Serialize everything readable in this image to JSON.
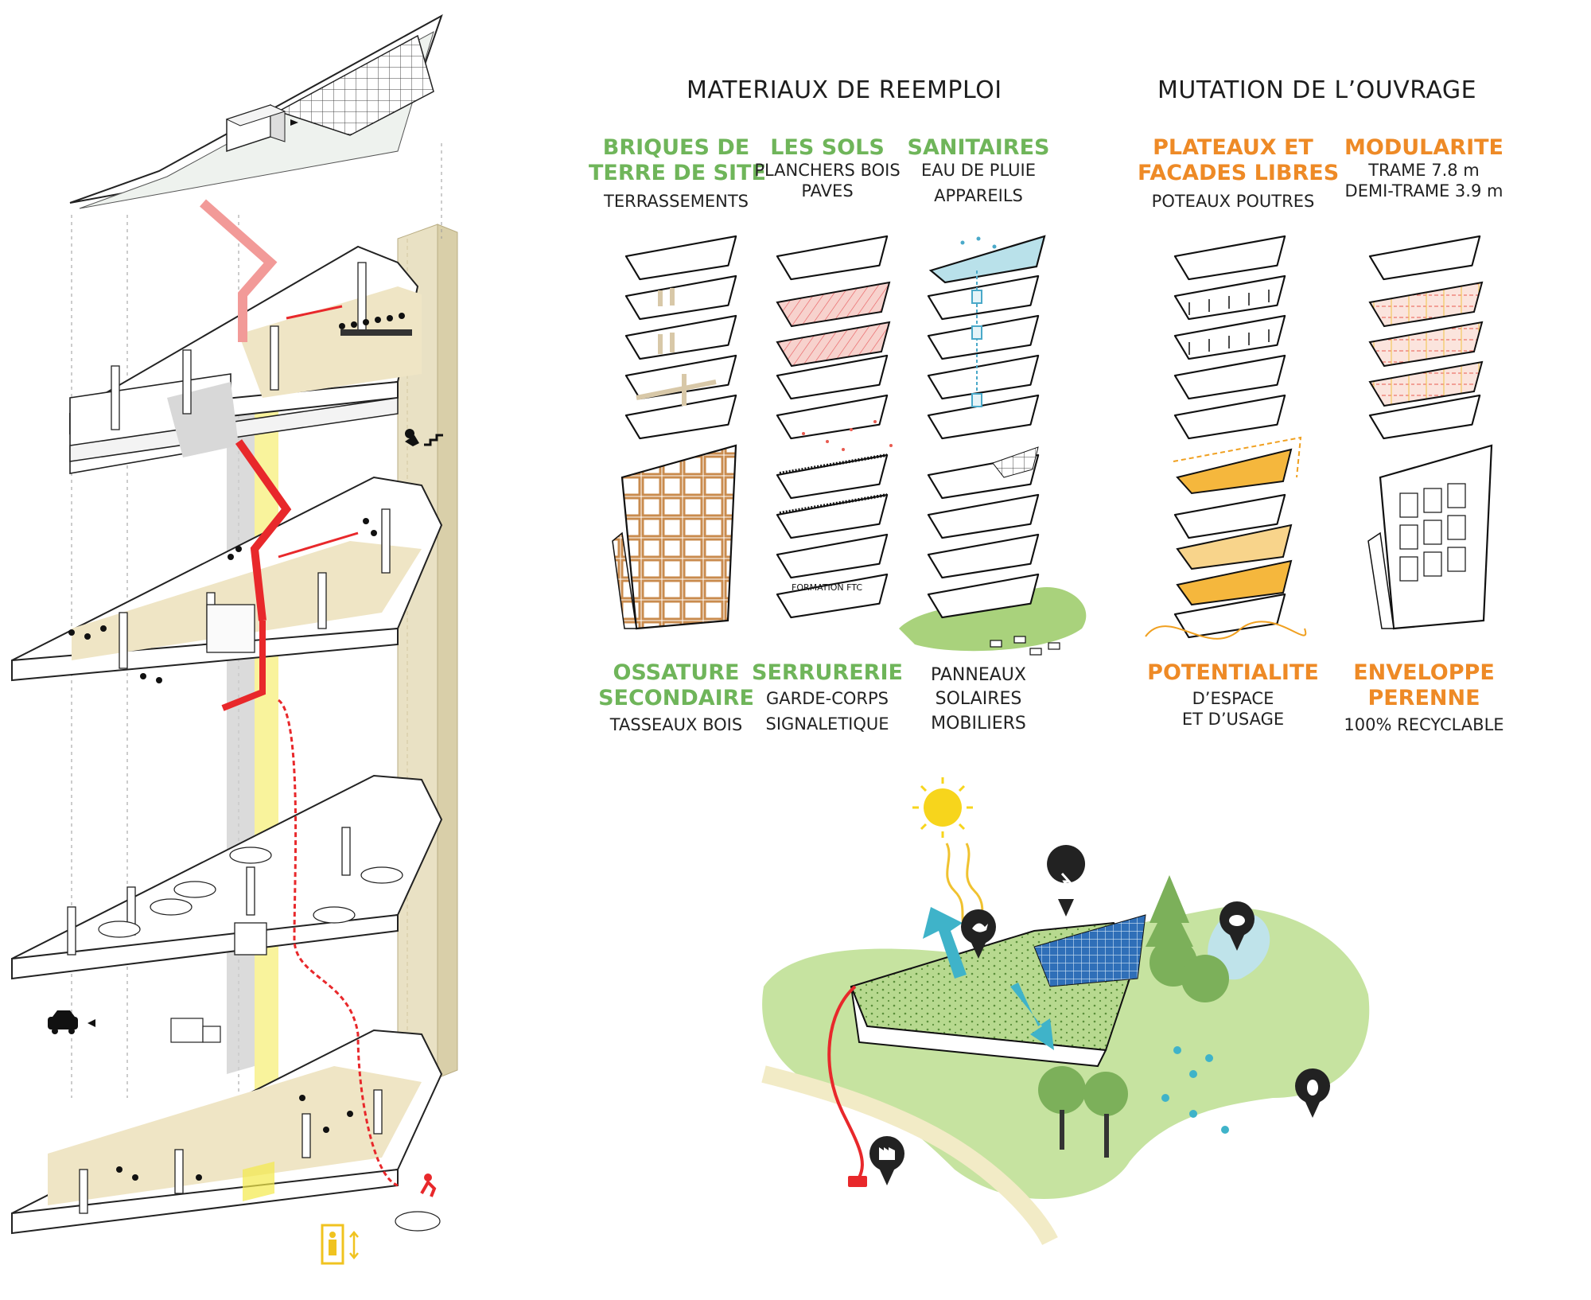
{
  "sections": {
    "reuse_title": "MATERIAUX DE REEMPLOI",
    "mutation_title": "MUTATION DE L’OUVRAGE"
  },
  "reuse_top": [
    {
      "heading": [
        "BRIQUES DE",
        "TERRE DE SITE"
      ],
      "sub": [
        "TERRASSEMENTS"
      ]
    },
    {
      "heading": [
        "LES SOLS"
      ],
      "sub": [
        "PLANCHERS BOIS",
        "PAVES"
      ]
    },
    {
      "heading": [
        "SANITAIRES"
      ],
      "sub": [
        "EAU DE PLUIE",
        "APPAREILS"
      ]
    }
  ],
  "reuse_bottom": [
    {
      "heading": [
        "OSSATURE",
        "SECONDAIRE"
      ],
      "sub": [
        "TASSEAUX BOIS"
      ]
    },
    {
      "heading": [
        "SERRURERIE"
      ],
      "sub": [
        "GARDE-CORPS",
        "SIGNALETIQUE"
      ]
    },
    {
      "heading": [],
      "sub": [
        "PANNEAUX",
        "SOLAIRES",
        "MOBILIERS"
      ]
    }
  ],
  "mutation_top": [
    {
      "heading": [
        "PLATEAUX ET",
        "FACADES LIBRES"
      ],
      "sub": [
        "POTEAUX POUTRES"
      ]
    },
    {
      "heading": [
        "MODULARITE"
      ],
      "sub": [
        "TRAME 7.8 m",
        "DEMI-TRAME 3.9 m"
      ]
    }
  ],
  "mutation_bottom": [
    {
      "heading": [
        "POTENTIALITE"
      ],
      "sub": [
        "D’ESPACE",
        "ET D’USAGE"
      ]
    },
    {
      "heading": [
        "ENVELOPPE",
        "PERENNE"
      ],
      "sub": [
        "100% RECYCLABLE"
      ]
    }
  ],
  "signage_text": "FORMATION FTC",
  "colors": {
    "green": "#6fb55a",
    "orange": "#ee8a26",
    "red": "#e8282b",
    "yellow": "#f4e94a",
    "beige": "#ede4c6",
    "sky": "#bfe3ea",
    "grass": "#a9d27c"
  },
  "icons": [
    "stairs-icon",
    "car-icon",
    "elevator-icon",
    "sun-icon",
    "lightning-pin-icon",
    "bird-pin-icon",
    "frog-pin-icon",
    "bee-pin-icon",
    "factory-pin-icon",
    "plug-icon"
  ]
}
